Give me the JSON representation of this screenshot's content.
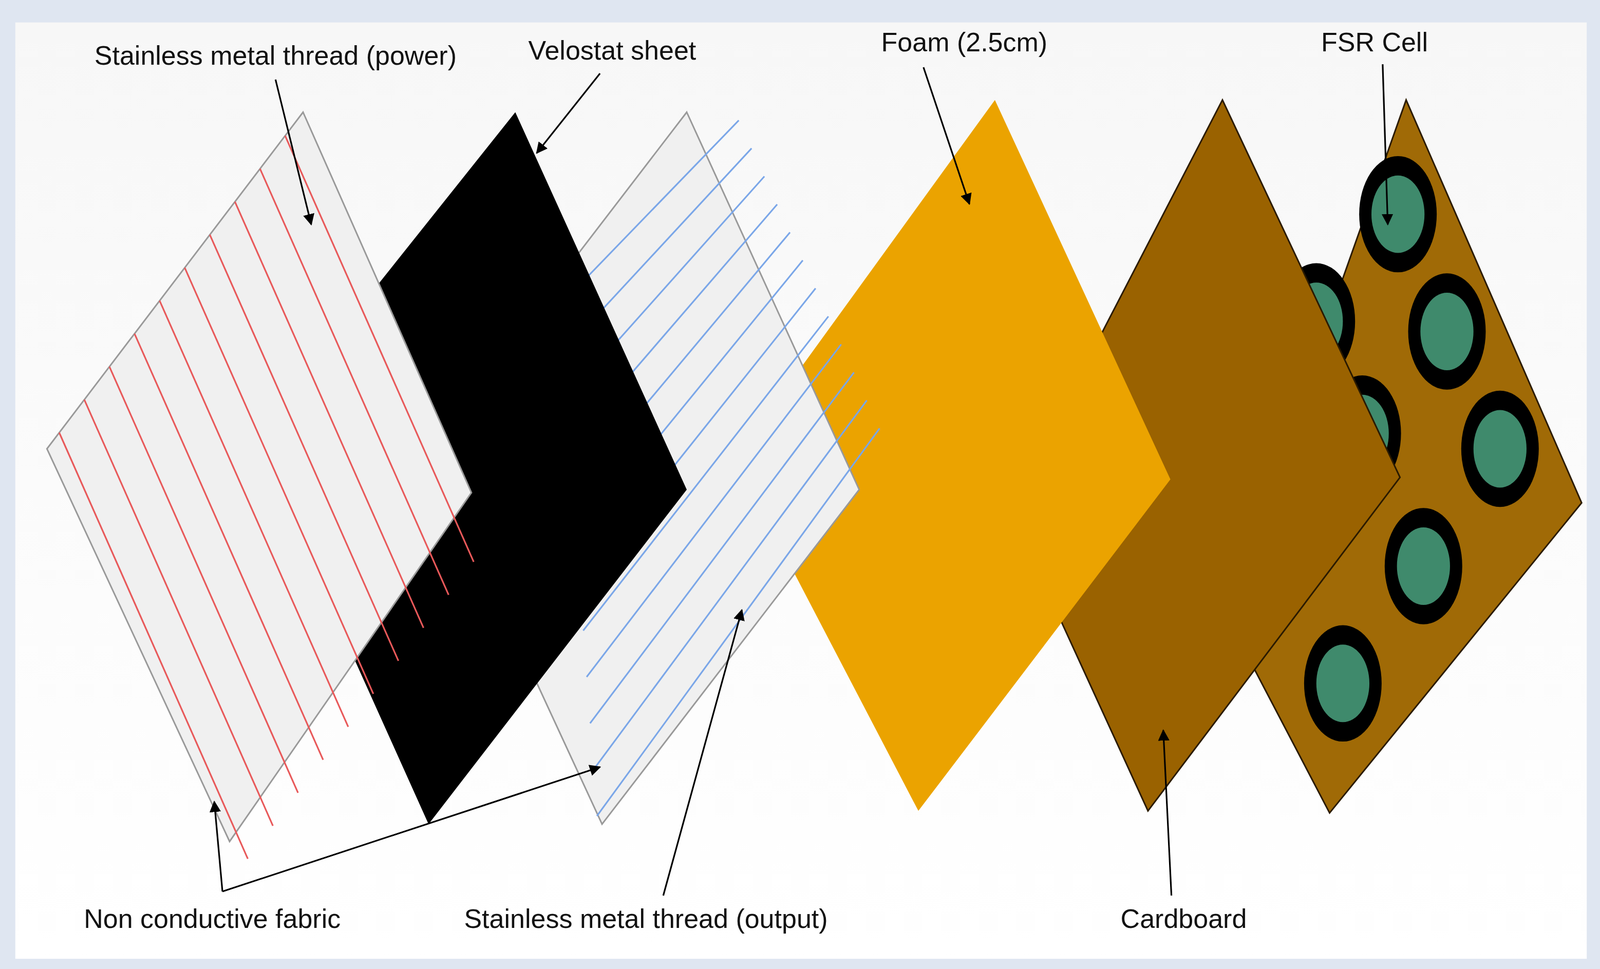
{
  "diagram": {
    "labels": [
      "Stainless metal thread (power)",
      "Velostat sheet",
      "Foam (2.5cm)",
      "FSR Cell",
      "Non conductive fabric",
      "Stainless metal thread (output)",
      "Cardboard"
    ]
  }
}
